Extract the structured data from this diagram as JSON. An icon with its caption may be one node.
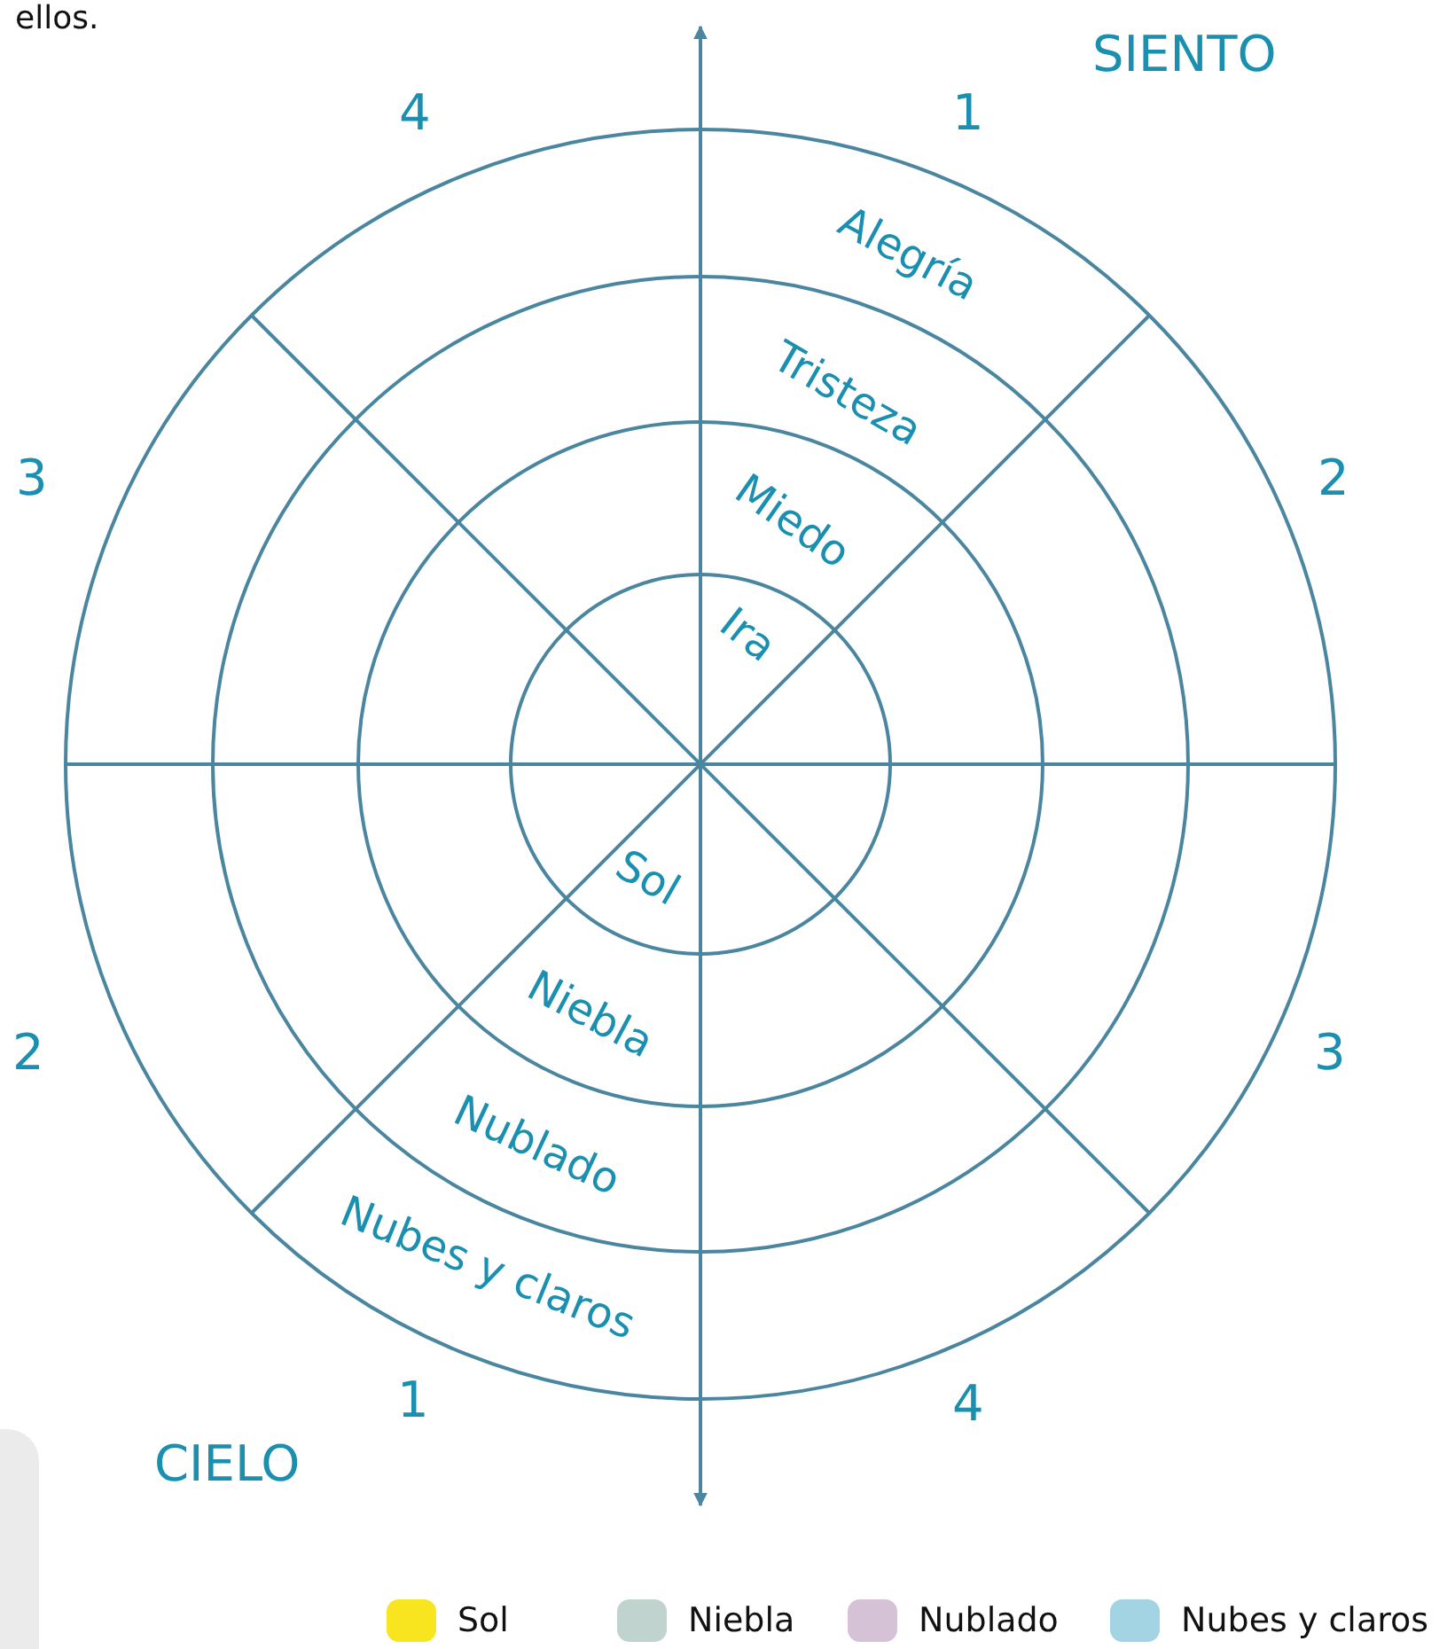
{
  "diagram": {
    "labels": [
      "ellos.",
      "SIENTO",
      "4",
      "1",
      "Alegría",
      "Tristeza",
      "3",
      "2",
      "Miedo",
      "Ira",
      "Sol",
      "Niebla",
      "2",
      "3",
      "Nublado",
      "Nubes y claros",
      "1",
      "4",
      "CIELO"
    ],
    "legend": [
      {
        "text": "Sol",
        "color": "#f9e51f"
      },
      {
        "text": "Niebla",
        "color": "#c1d3cf"
      },
      {
        "text": "Nublado",
        "color": "#d5c2d6"
      },
      {
        "text": "Nubes y claros",
        "color": "#a2d4e4"
      }
    ]
  }
}
